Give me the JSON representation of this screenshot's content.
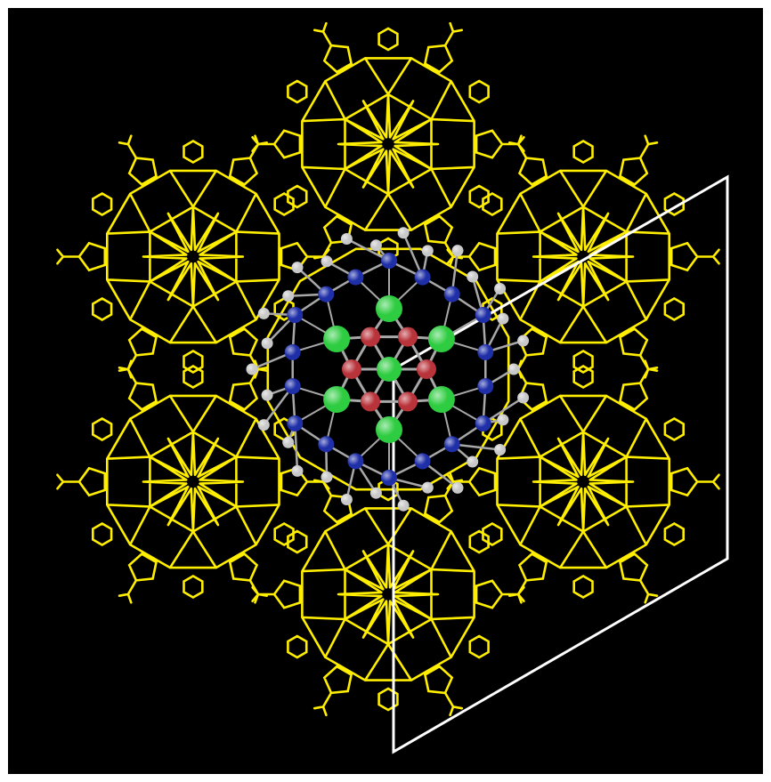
{
  "viewer": {
    "background_color": "#000000",
    "frame_color": "#ffffff"
  },
  "rendering": {
    "framework_style": "wireframe",
    "center_cluster_style": "ball-and-stick"
  },
  "colors": {
    "framework": "#ffee00",
    "unit_cell": "#ffffff",
    "bond": "#a8a8a8",
    "atom_center": "#2ecc40",
    "atom_inner_ring": "#b8333a",
    "atom_outer_ring": "#1f2fa8",
    "atom_hydrogen": "#c8c8c8"
  },
  "structure": {
    "framework_cages": 7,
    "atoms_inner_metal": 12,
    "atoms_outer_ring": 18,
    "atoms_hydrogen": 30
  }
}
